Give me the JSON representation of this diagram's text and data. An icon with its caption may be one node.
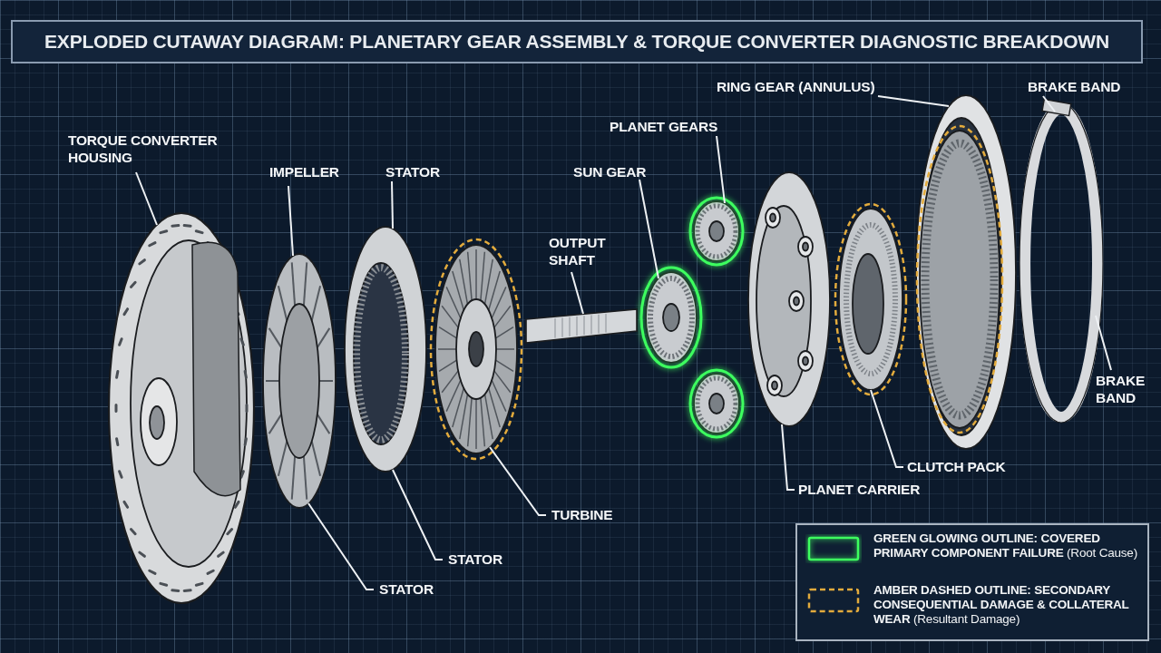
{
  "diagram": {
    "title": "EXPLODED CUTAWAY DIAGRAM: PLANETARY GEAR ASSEMBLY & TORQUE CONVERTER DIAGNOSTIC BREAKDOWN",
    "nodes": [
      {
        "text": [
          "TORQUE CONVERTER HOUSING"
        ]
      },
      {
        "text": [
          "IMPELLER"
        ]
      },
      {
        "text": [
          "STATOR"
        ]
      },
      {
        "text": [
          "SUN GEAR"
        ]
      },
      {
        "text": [
          "OUTPUT SHAFT"
        ]
      },
      {
        "text": [
          "PLANET GEARS"
        ]
      },
      {
        "text": [
          "RING GEAR (ANNULUS)"
        ]
      },
      {
        "text": [
          "BRAKE BAND"
        ]
      },
      {
        "text": [
          "BRAKE BAND"
        ]
      },
      {
        "text": [
          "CLUTCH PACK"
        ]
      },
      {
        "text": [
          "PLANET CARRIER"
        ]
      },
      {
        "text": [
          "TURBINE"
        ]
      },
      {
        "text": [
          "STATOR"
        ]
      },
      {
        "text": [
          "STATOR"
        ]
      },
      {
        "text": [],
        "shape": "picture"
      },
      {
        "text": [],
        "shape": "picture"
      },
      {
        "text": [],
        "shape": "picture"
      },
      {
        "text": [],
        "shape": "picture"
      },
      {
        "text": [],
        "shape": "picture"
      },
      {
        "text": [],
        "shape": "picture"
      },
      {
        "text": [],
        "shape": "picture"
      },
      {
        "text": [],
        "shape": "picture"
      },
      {
        "text": [],
        "shape": "picture"
      },
      {
        "text": [],
        "shape": "picture"
      },
      {
        "text": [],
        "shape": "picture"
      }
    ],
    "edges": [
      {
        "from": 0,
        "to": 14,
        "arrow": "none"
      },
      {
        "from": 1,
        "to": 15,
        "arrow": "none"
      },
      {
        "from": 2,
        "to": 16,
        "arrow": "none"
      },
      {
        "from": 3,
        "to": 19,
        "arrow": "none"
      },
      {
        "from": 4,
        "to": 18,
        "arrow": "none"
      },
      {
        "from": 5,
        "to": 20,
        "arrow": "none"
      },
      {
        "from": 6,
        "to": 22,
        "arrow": "none"
      },
      {
        "from": 7,
        "to": 24,
        "arrow": "none"
      },
      {
        "from": 8,
        "to": 24,
        "arrow": "none"
      },
      {
        "from": 9,
        "to": 23,
        "arrow": "none"
      },
      {
        "from": 10,
        "to": 21,
        "arrow": "none"
      },
      {
        "from": 11,
        "to": 17,
        "arrow": "none"
      },
      {
        "from": 12,
        "to": 16,
        "arrow": "none"
      },
      {
        "from": 13,
        "to": 15,
        "arrow": "none"
      }
    ],
    "legend": [
      {
        "text": "**GREEN GLOWING OUTLINE:** **COVERED PRIMARY COMPONENT FAILURE** (Root Cause)"
      },
      {
        "text": "**AMBER DASHED OUTLINE:** **SECONDARY CONSEQUENTIAL DAMAGE & COLLATERAL WEAR** (Resultant Damage)"
      }
    ]
  }
}
